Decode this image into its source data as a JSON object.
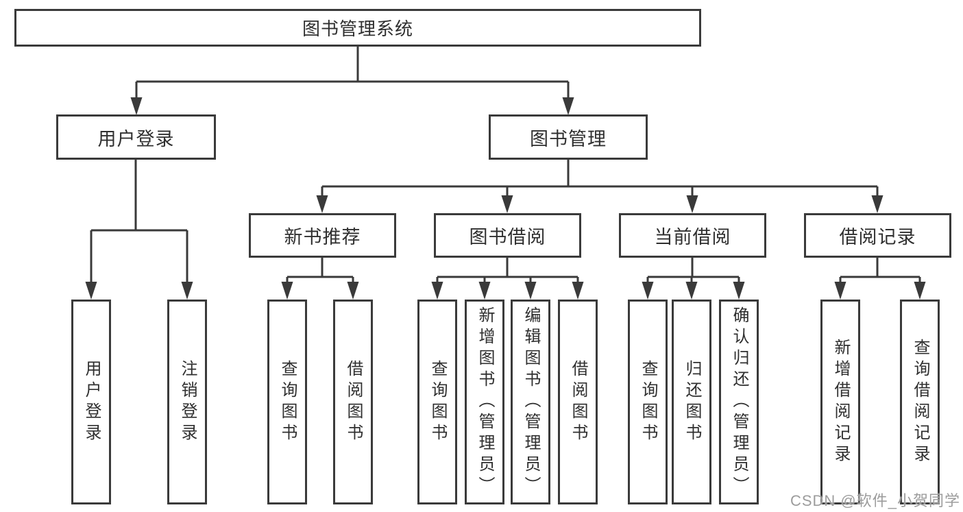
{
  "title": "图书管理系统",
  "watermark": {
    "text": "CSDN @软件_小贺同学"
  },
  "colors": {
    "line": "#3a3a3a",
    "box_border": "#3a3a3a",
    "text": "#2f2f2f",
    "watermark": "#9c9c9c",
    "background": "#ffffff"
  },
  "tree": {
    "root": {
      "label": "图书管理系统",
      "children": [
        {
          "label": "用户登录",
          "children": [
            {
              "label": "用户登录"
            },
            {
              "label": "注销登录"
            }
          ]
        },
        {
          "label": "图书管理",
          "children": [
            {
              "label": "新书推荐",
              "children": [
                {
                  "label": "查询图书"
                },
                {
                  "label": "借阅图书"
                }
              ]
            },
            {
              "label": "图书借阅",
              "children": [
                {
                  "label": "查询图书"
                },
                {
                  "label": "新增图书（管理员）"
                },
                {
                  "label": "编辑图书（管理员）"
                },
                {
                  "label": "借阅图书"
                }
              ]
            },
            {
              "label": "当前借阅",
              "children": [
                {
                  "label": "查询图书"
                },
                {
                  "label": "归还图书"
                },
                {
                  "label": "确认归还（管理员）"
                }
              ]
            },
            {
              "label": "借阅记录",
              "children": [
                {
                  "label": "新增借阅记录"
                },
                {
                  "label": "查询借阅记录"
                }
              ]
            }
          ]
        }
      ]
    }
  }
}
